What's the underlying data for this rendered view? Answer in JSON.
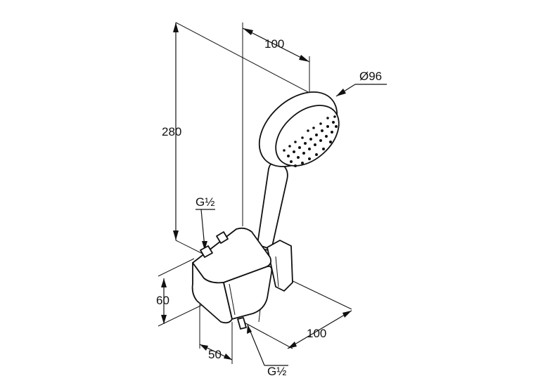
{
  "drawing": {
    "dimensions": {
      "height_total": "280",
      "head_offset": "100",
      "head_diameter": "Ø96",
      "thread_top": "G½",
      "bracket_height": "60",
      "bracket_depth": "50",
      "projection": "100",
      "thread_bottom": "G½"
    }
  }
}
